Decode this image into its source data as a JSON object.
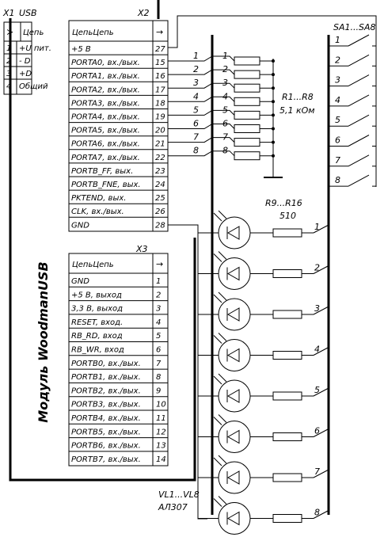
{
  "x1": {
    "ref": "X1",
    "title": "USB",
    "header_sym": "≻",
    "header_label": "Цепь",
    "pins": [
      {
        "n": "1",
        "label": "+U пит."
      },
      {
        "n": "2",
        "label": "- D"
      },
      {
        "n": "3",
        "label": "+D"
      },
      {
        "n": "4",
        "label": "Общий"
      }
    ]
  },
  "x2": {
    "ref": "X2",
    "header_label": "ЦепьЦепь",
    "header_sym": "→",
    "pins": [
      {
        "label": "+5 В",
        "n": "27"
      },
      {
        "label": "PORTA0, вх./вых.",
        "n": "15"
      },
      {
        "label": "PORTA1, вх./вых.",
        "n": "16"
      },
      {
        "label": "PORTA2, вх./вых.",
        "n": "17"
      },
      {
        "label": "PORTA3, вх./вых.",
        "n": "18"
      },
      {
        "label": "PORTA4, вх./вых.",
        "n": "19"
      },
      {
        "label": "PORTA5, вх./вых.",
        "n": "20"
      },
      {
        "label": "PORTA6, вх./вых.",
        "n": "21"
      },
      {
        "label": "PORTA7, вх./вых.",
        "n": "22"
      },
      {
        "label": "PORTB_FF, вых.",
        "n": "23"
      },
      {
        "label": "PORTB_FNE, вых.",
        "n": "24"
      },
      {
        "label": "PKTEND, вых.",
        "n": "25"
      },
      {
        "label": "CLK, вх./вых.",
        "n": "26"
      },
      {
        "label": "GND",
        "n": "28"
      }
    ]
  },
  "x3": {
    "ref": "X3",
    "header_label": "ЦепьЦепь",
    "header_sym": "→",
    "pins": [
      {
        "label": "GND",
        "n": "1"
      },
      {
        "label": "+5 В, выход",
        "n": "2"
      },
      {
        "label": "3,3 В, выход",
        "n": "3"
      },
      {
        "label": "RESET, вход.",
        "n": "4"
      },
      {
        "label": "RB_RD, вход",
        "n": "5"
      },
      {
        "label": "RB_WR, вход",
        "n": "6"
      },
      {
        "label": "PORTB0, вх./вых.",
        "n": "7"
      },
      {
        "label": "PORTB1, вх./вых.",
        "n": "8"
      },
      {
        "label": "PORTB2, вх./вых.",
        "n": "9"
      },
      {
        "label": "PORTB3, вх./вых.",
        "n": "10"
      },
      {
        "label": "PORTB4, вх./вых.",
        "n": "11"
      },
      {
        "label": "PORTB5, вх./вых.",
        "n": "12"
      },
      {
        "label": "PORTB6, вх./вых.",
        "n": "13"
      },
      {
        "label": "PORTB7, вх./вых.",
        "n": "14"
      }
    ]
  },
  "module_label": "Модуль WoodmanUSB",
  "resistors_in": {
    "ref": "R1...R8",
    "value": "5,1 кОм",
    "line_numbers": [
      "1",
      "2",
      "3",
      "4",
      "5",
      "6",
      "7",
      "8"
    ]
  },
  "switches": {
    "ref": "SA1...SA8",
    "numbers": [
      "1",
      "2",
      "3",
      "4",
      "5",
      "6",
      "7",
      "8"
    ]
  },
  "resistors_led": {
    "ref": "R9...R16",
    "value": "510"
  },
  "leds": {
    "ref": "VL1...VL8",
    "part": "АЛ307",
    "numbers": [
      "1",
      "2",
      "3",
      "4",
      "5",
      "6",
      "7",
      "8"
    ]
  }
}
